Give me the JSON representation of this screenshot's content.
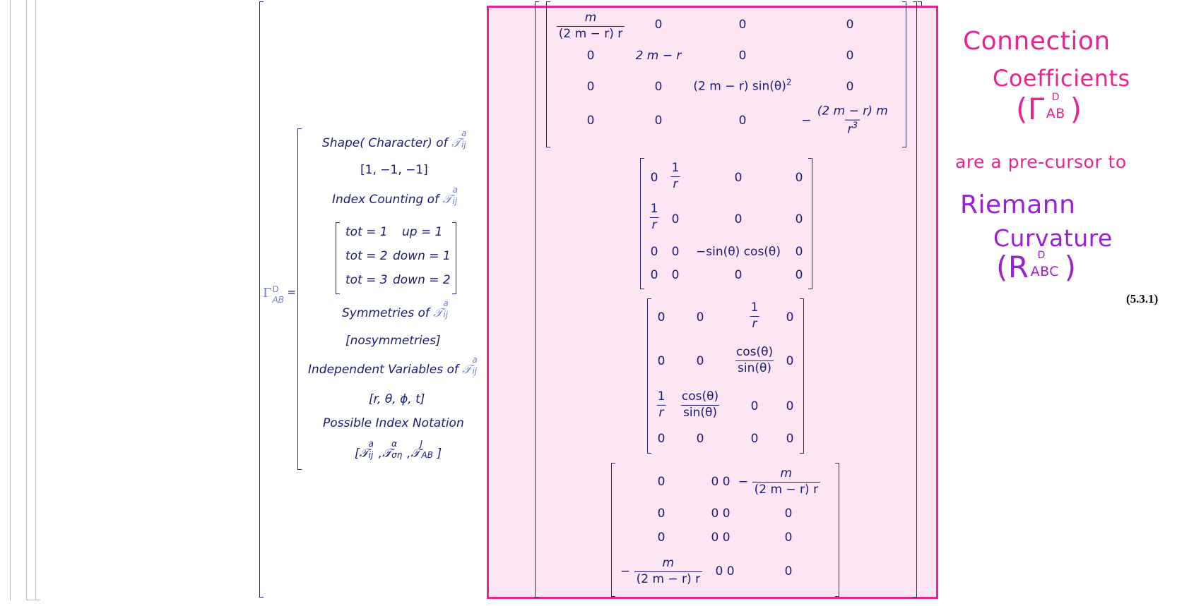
{
  "equation_number": "(5.3.1)",
  "lhs": {
    "symbol": "Γ",
    "sup": "D",
    "sub": "AB",
    "equals": "="
  },
  "rhs_sep": ",",
  "props": {
    "shape_label": "Shape( Character) of",
    "shape_value": "[1, −1, −1]",
    "index_label": "Index Counting of",
    "index_rows": [
      {
        "tot": "tot = 1",
        "dir": "up = 1"
      },
      {
        "tot": "tot = 2",
        "dir": "down = 1"
      },
      {
        "tot": "tot = 3",
        "dir": "down = 2"
      }
    ],
    "sym_label": "Symmetries of",
    "sym_value": "[nosymmetries]",
    "indep_label": "Independent Variables of",
    "indep_value": "[r, θ, ϕ, t]",
    "notation_label": "Possible Index Notation",
    "tensor_symbol": "𝒯",
    "tensor_sup": "a",
    "tensor_sub": "ij",
    "notation_a_sup": "a",
    "notation_a_sub": "ij",
    "notation_b_sup": "α",
    "notation_b_sub": "ση",
    "notation_c_sup": "J",
    "notation_c_sub": "AB",
    "notation_sep": ","
  },
  "m1": {
    "r0": [
      "m",
      "(2 m − r) r",
      "0",
      "0",
      "0"
    ],
    "r1": [
      "0",
      "2 m − r",
      "0",
      "0"
    ],
    "r2": [
      "0",
      "0",
      "(2 m − r) sin(θ)",
      "2",
      "0"
    ],
    "r3": [
      "0",
      "0",
      "0",
      "−",
      "(2 m − r) m",
      "r",
      "3"
    ]
  },
  "m2": {
    "r0": [
      "0",
      "1",
      "r",
      "0",
      "0"
    ],
    "r1": [
      "1",
      "r",
      "0",
      "0",
      "0"
    ],
    "r2": [
      "0",
      "0",
      "−sin(θ) cos(θ)",
      "0"
    ],
    "r3": [
      "0",
      "0",
      "0",
      "0"
    ]
  },
  "m3": {
    "r0": [
      "0",
      "0",
      "1",
      "r",
      "0"
    ],
    "r1": [
      "0",
      "0",
      "cos(θ)",
      "sin(θ)",
      "0"
    ],
    "r2": [
      "1",
      "r",
      "cos(θ)",
      "sin(θ)",
      "0",
      "0"
    ],
    "r3": [
      "0",
      "0",
      "0",
      "0"
    ]
  },
  "m4": {
    "r0": [
      "0",
      "0 0",
      "−",
      "m",
      "(2 m − r) r"
    ],
    "r1": [
      "0",
      "0 0",
      "0"
    ],
    "r2": [
      "0",
      "0 0",
      "0"
    ],
    "r3": [
      "−",
      "m",
      "(2 m − r) r",
      "0 0",
      "0"
    ]
  },
  "annotation": {
    "line1": "Connection",
    "line2": "Coefficients",
    "gamma_open": "(",
    "gamma": "Γ",
    "gamma_sup": "D",
    "gamma_sub": "AB",
    "gamma_close": ")",
    "line4": "are a pre-cursor to",
    "line5": "Riemann",
    "line6": "Curvature",
    "r_open": "(",
    "r": "R",
    "r_sup": "D",
    "r_sub": "ABC",
    "r_close": ")",
    "colors": {
      "pink": "#e6258f",
      "purple": "#9b1fd4",
      "highlight": "#fde6f4"
    }
  }
}
